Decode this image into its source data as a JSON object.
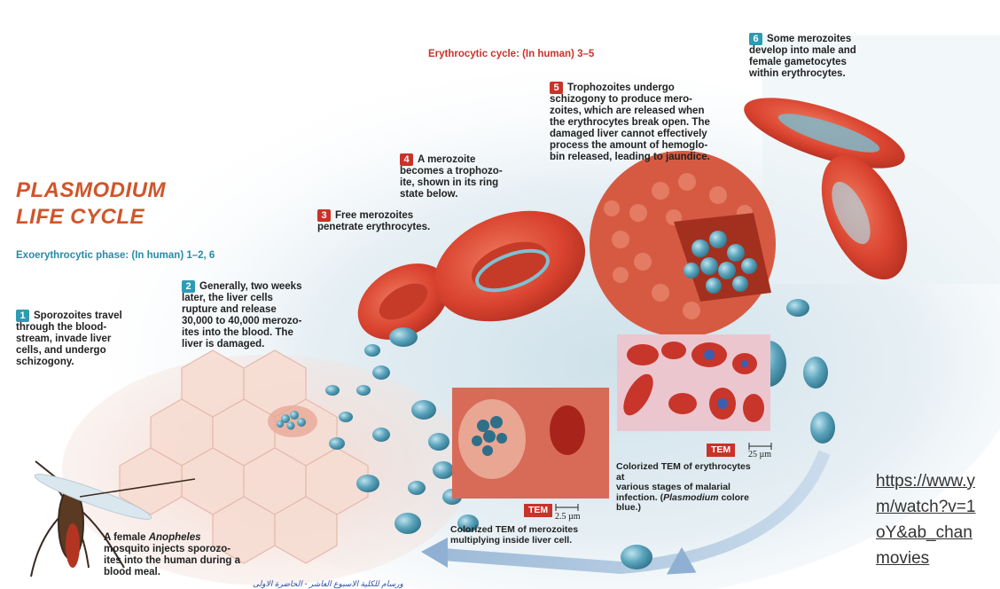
{
  "title": {
    "line1": "PLASMODIUM",
    "line2": "LIFE CYCLE"
  },
  "phases": {
    "erythrocytic": "Erythrocytic cycle: (In human) 3–5",
    "exoerythrocytic": "Exoerythrocytic phase: (In human) 1–2, 6"
  },
  "steps": [
    {
      "num": "1",
      "text_lines": [
        "Sporozoites travel",
        "through the blood-",
        "stream, invade liver",
        "cells, and undergo",
        "schizogony."
      ]
    },
    {
      "num": "2",
      "text_lines": [
        "Generally, two weeks",
        "later, the liver cells",
        "rupture and release",
        "30,000 to 40,000 merozo-",
        "ites into the blood. The",
        "liver is damaged."
      ]
    },
    {
      "num": "3",
      "text_lines": [
        "Free merozoites",
        "penetrate erythrocytes."
      ]
    },
    {
      "num": "4",
      "text_lines": [
        "A merozoite",
        "becomes a trophozo-",
        "ite, shown in its ring",
        "state below."
      ]
    },
    {
      "num": "5",
      "text_lines": [
        "Trophozoites undergo",
        "schizogony to produce mero-",
        "zoites, which are released when",
        "the erythrocytes break open. The",
        "damaged liver cannot effectively",
        "process the amount of hemoglo-",
        "bin released, leading to jaundice."
      ]
    },
    {
      "num": "6",
      "text_lines": [
        "Some merozoites",
        "develop into male and",
        "female gametocytes",
        "within erythrocytes."
      ]
    }
  ],
  "mosquito_caption": {
    "line1_prefix": "A female ",
    "line1_italic": "Anopheles",
    "lines": [
      "mosquito injects sporozo-",
      "ites into the human during a",
      "blood meal."
    ]
  },
  "micrographs": {
    "liver": {
      "badge": "TEM",
      "scale": "2.5 µm",
      "caption_lines": [
        "Colorized TEM of merozoites",
        "multiplying inside liver cell."
      ]
    },
    "erythrocytes": {
      "badge": "TEM",
      "scale": "25 µm",
      "caption_lines": [
        "Colorized TEM of erythrocytes",
        "at",
        "various stages of malarial"
      ],
      "caption_last_prefix": "infection. (",
      "caption_last_italic": "Plasmodium",
      "caption_last_suffix": " colore",
      "caption_end": "blue.)"
    }
  },
  "link_text": "https://www.y\nm/watch?v=1\noY&ab_chan\nmovies",
  "bottom_note": "ورسام للكلية الاسبوع العاشر - الحاضرة الاولى",
  "colors": {
    "title": "#d0552a",
    "step_red": "#c8332a",
    "step_teal": "#2d9bb3",
    "rbc": "#d9432f",
    "merozoite": "#5aa3bb",
    "cycle_arrow": "#7fa3c8"
  }
}
